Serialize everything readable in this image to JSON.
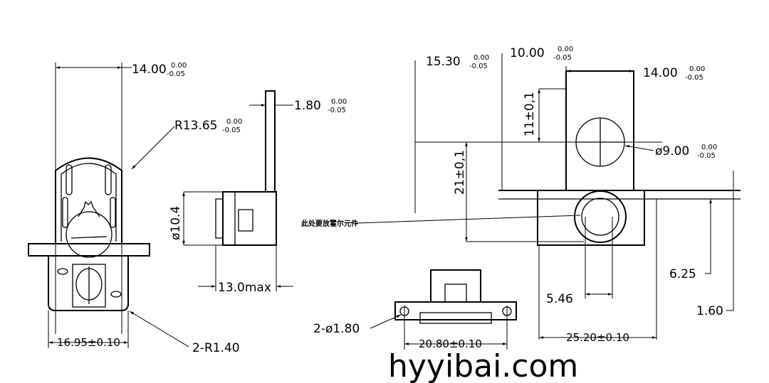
{
  "dimensions": {
    "left_width": {
      "value": "14.00",
      "upper": "0.00",
      "lower": "-0.05"
    },
    "radius": {
      "value": "R13.65",
      "upper": "0.00",
      "lower": "-0.05"
    },
    "left_base_width": {
      "value": "16.95±0.10"
    },
    "corner_radius": {
      "value": "2-R1.40"
    },
    "tab_thickness": {
      "value": "1.80",
      "upper": "0.00",
      "lower": "-0.05"
    },
    "side_height": {
      "value": "ø10.4"
    },
    "side_depth": {
      "value": "13.0max"
    },
    "offset_1530": {
      "value": "15.30",
      "upper": "0.00",
      "lower": "-0.05"
    },
    "offset_1000": {
      "value": "10.00",
      "upper": "0.00",
      "lower": "-0.05"
    },
    "right_width": {
      "value": "14.00",
      "upper": "0.00",
      "lower": "-0.05"
    },
    "height_11": {
      "value": "11±0,1"
    },
    "height_21": {
      "value": "21±0,1"
    },
    "hole_dia": {
      "value": "ø9.00",
      "upper": "0.00",
      "lower": "-0.05"
    },
    "dim_625": {
      "value": "6.25"
    },
    "dim_160": {
      "value": "1.60"
    },
    "dim_546": {
      "value": "5.46"
    },
    "dim_2520": {
      "value": "25.20±0.10"
    },
    "pin_holes": {
      "value": "2-ø1.80"
    },
    "pin_pitch": {
      "value": "20.80±0.10"
    }
  },
  "annotation": "此处要放霍尔元件",
  "watermark": "hyyibai.com"
}
